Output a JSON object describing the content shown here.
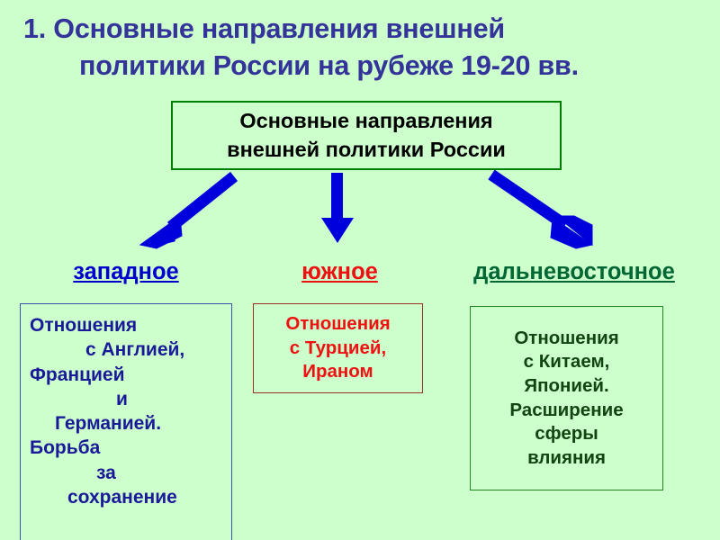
{
  "slide": {
    "background_color": "#ccffcc",
    "title": {
      "line1": "1. Основные направления внешней",
      "line2": "политики России на рубеже 19-20 вв.",
      "color": "#333399"
    }
  },
  "root_box": {
    "line1": "Основные направления",
    "line2": "внешней политики России",
    "border_color": "#008000",
    "text_color": "#000000"
  },
  "arrows": {
    "color": "#0000dd",
    "left": {
      "name": "arrow-down-left",
      "direction": "down-left"
    },
    "middle": {
      "name": "arrow-down",
      "direction": "down"
    },
    "right": {
      "name": "arrow-down-right",
      "direction": "down-right"
    }
  },
  "branches": [
    {
      "heading": "западное",
      "heading_color": "#0000cc",
      "box_border_color": "#3355aa",
      "box_text_color": "#1a1a99",
      "lines": [
        "Отношения",
        "с Англией,",
        "Францией",
        "и",
        "Германией.",
        "Борьба",
        "за",
        "сохранение"
      ]
    },
    {
      "heading": "южное",
      "heading_color": "#ee1111",
      "box_border_color": "#993322",
      "box_text_color": "#ee1111",
      "lines": [
        "Отношения",
        "с Турцией,",
        "Ираном"
      ]
    },
    {
      "heading": "дальневосточное",
      "heading_color": "#006633",
      "box_border_color": "#228822",
      "box_text_color": "#114411",
      "lines": [
        "Отношения",
        "с Китаем,",
        "Японией.",
        "Расширение",
        "сферы",
        "влияния"
      ]
    }
  ]
}
